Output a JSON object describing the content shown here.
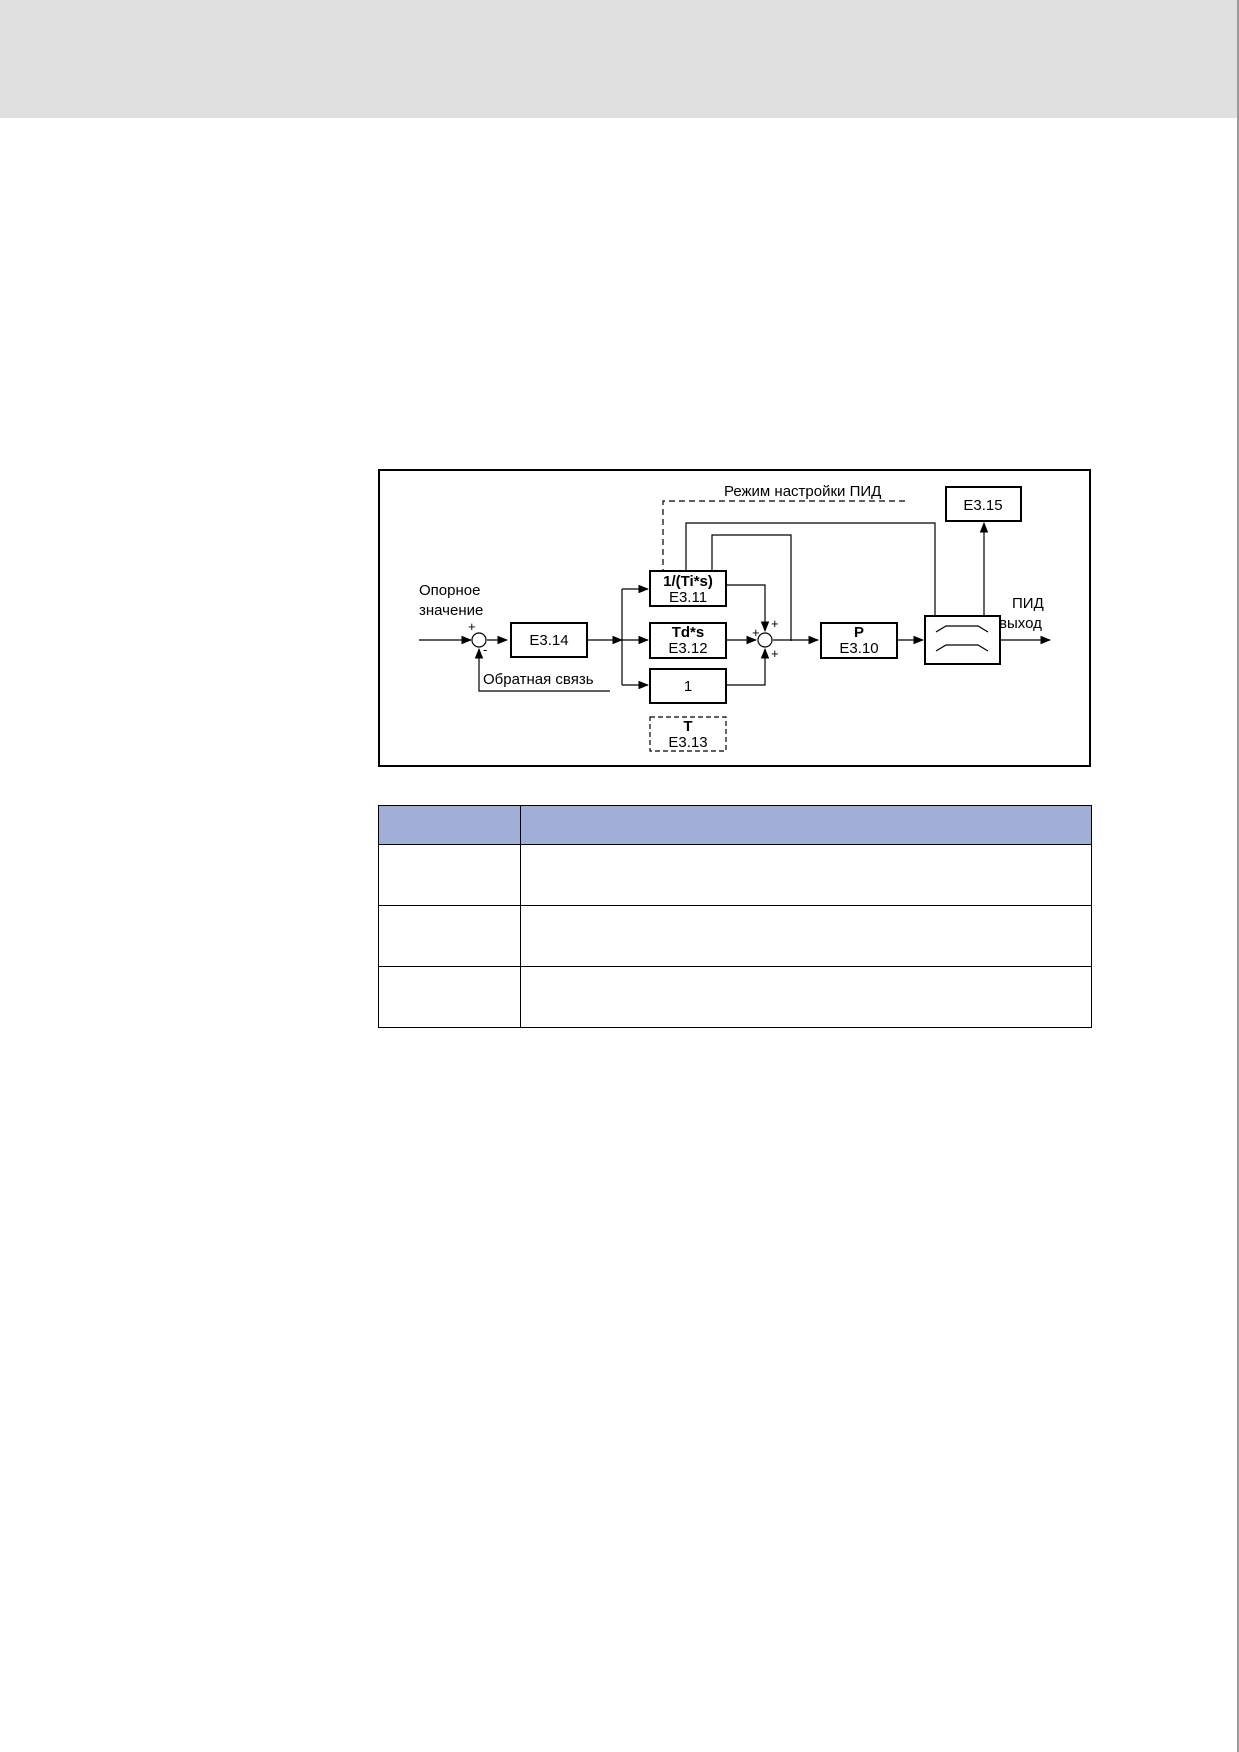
{
  "diagram": {
    "top_label": "Режим настройки ПИД",
    "reference_label_line1": "Опорное",
    "reference_label_line2": "значение",
    "feedback_label": "Обратная связь",
    "output_label_line1": "ПИД",
    "output_label_line2": "выход",
    "plus_sign": "+",
    "minus_sign": "-",
    "blocks": {
      "e314": "E3.14",
      "integral_title": "1/(Ti*s)",
      "integral_param": "E3.11",
      "derivative_title": "Td*s",
      "derivative_param": "E3.12",
      "proportional_unit": "1",
      "sample_title": "T",
      "sample_param": "E3.13",
      "gain_title": "P",
      "gain_param": "E3.10",
      "autotune_param": "E3.15"
    }
  },
  "table": {
    "headers": [
      "",
      ""
    ],
    "rows": [
      [
        "",
        ""
      ],
      [
        "",
        ""
      ],
      [
        "",
        ""
      ]
    ]
  }
}
